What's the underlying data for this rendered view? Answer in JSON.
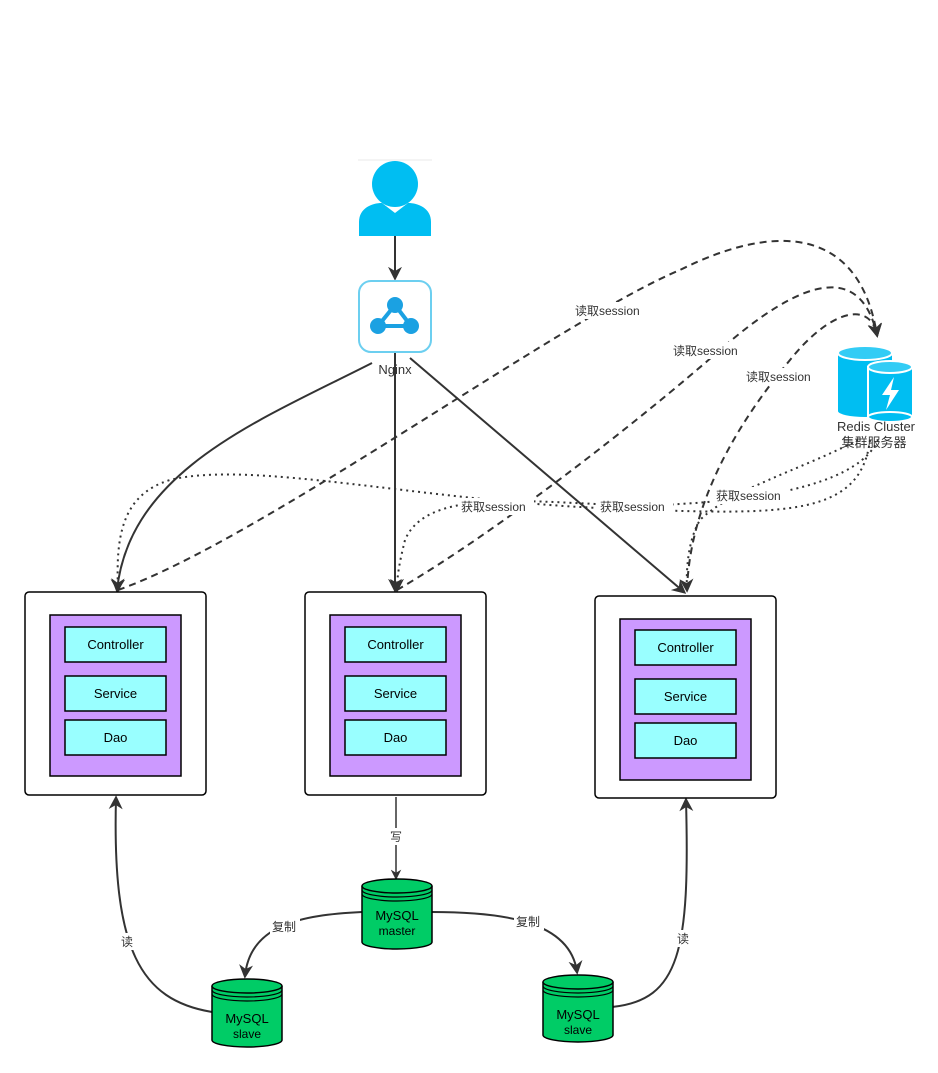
{
  "nodes": {
    "nginx_label": "Nginx",
    "redis_label_line1": "Redis Cluster",
    "redis_label_line2": "集群服务器",
    "servers": [
      {
        "controller": "Controller",
        "service": "Service",
        "dao": "Dao"
      },
      {
        "controller": "Controller",
        "service": "Service",
        "dao": "Dao"
      },
      {
        "controller": "Controller",
        "service": "Service",
        "dao": "Dao"
      }
    ],
    "mysql_master": [
      "MySQL",
      "master"
    ],
    "mysql_slave_left": [
      "MySQL",
      "slave"
    ],
    "mysql_slave_right": [
      "MySQL",
      "slave"
    ]
  },
  "edge_labels": {
    "read_session_1": "读取session",
    "read_session_2": "读取session",
    "read_session_3": "读取session",
    "get_session_1": "获取session",
    "get_session_2": "获取session",
    "get_session_3": "获取session",
    "write": "写",
    "replicate_left": "复制",
    "replicate_right": "复制",
    "read_left": "读",
    "read_right": "读"
  },
  "colors": {
    "user_icon": "#00BEF2",
    "nginx_icon": "#1BA1E2",
    "app_container": "#CC99FF",
    "layer_box": "#99FFFF",
    "mysql": "#00CC66",
    "redis": "#00BEF2"
  },
  "icons": {
    "user": "user-icon",
    "nginx": "nginx-icon",
    "redis": "redis-cluster-icon",
    "database": "database-icon"
  }
}
